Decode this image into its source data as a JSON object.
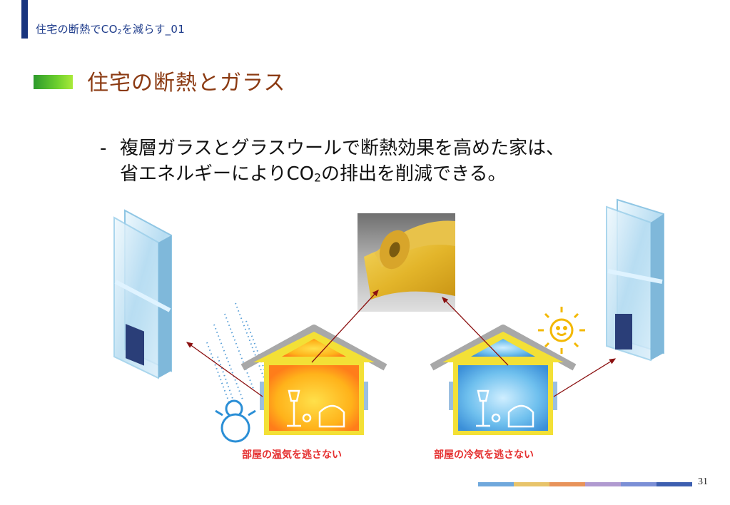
{
  "header": {
    "breadcrumb_prefix": "住宅の断熱でCO",
    "breadcrumb_sub": "2",
    "breadcrumb_suffix": "を減らす_01"
  },
  "title": "住宅の断熱とガラス",
  "bullet": {
    "dash": "-",
    "line1": "複層ガラスとグラスウールで断熱効果を高めた家は、",
    "line2_prefix": "省エネルギーによりCO",
    "line2_sub": "2",
    "line2_suffix": "の排出を削減できる。"
  },
  "captions": {
    "warm_house": "部屋の温気を逃さない",
    "cool_house": "部屋の冷気を逃さない"
  },
  "footer": {
    "page_number": "31",
    "bar_colors": [
      "#6fa8dc",
      "#e8c46a",
      "#e8935a",
      "#b09ad0",
      "#7b8fd6",
      "#3d5fb0"
    ]
  },
  "colors": {
    "accent_navy": "#17347e",
    "title_brown": "#8b3a12",
    "caption_red": "#e53030",
    "arrow": "#8b1010"
  }
}
